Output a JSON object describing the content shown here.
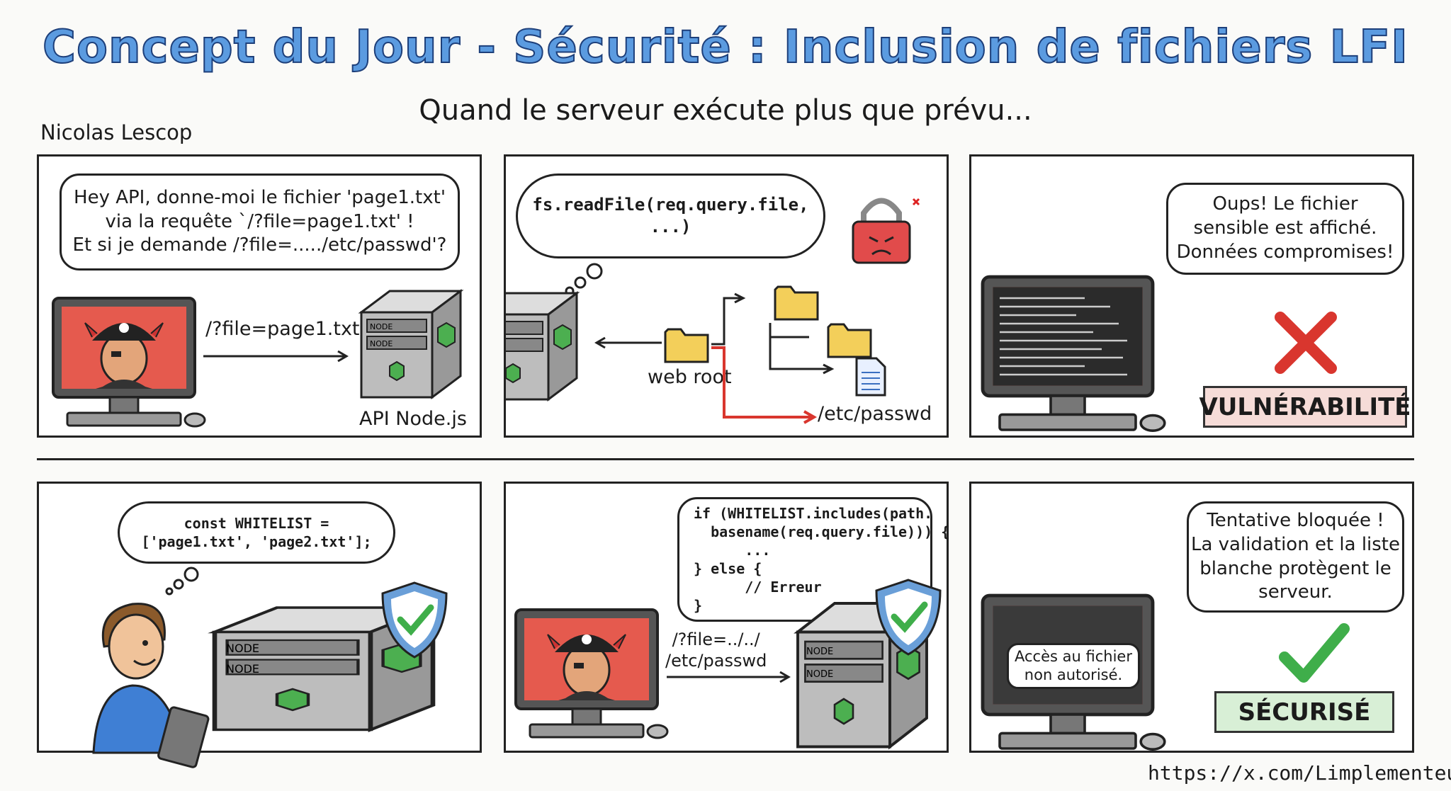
{
  "header": {
    "title": "Concept du Jour - Sécurité : Inclusion de fichiers LFI",
    "subtitle": "Quand le serveur exécute plus que prévu...",
    "author": "Nicolas Lescop"
  },
  "panels": {
    "p1": {
      "bubble": [
        "Hey API, donne-moi le fichier 'page1.txt'",
        "via la requête `/?file=page1.txt' !",
        "Et si je demande /?file=...../etc/passwd'?"
      ],
      "request": "/?file=page1.txt!",
      "server_label": "API Node.js",
      "server_tags": [
        "NODE",
        "NODE"
      ]
    },
    "p2": {
      "thought": "fs.readFile(req.query.file, ...)",
      "folder_label": "web root",
      "target": "/etc/passwd"
    },
    "p3": {
      "bubble": [
        "Oups! Le fichier",
        "sensible est affiché.",
        "Données compromises!"
      ],
      "badge": "VULNÉRABILITÉ"
    },
    "p4": {
      "thought": [
        "const WHITELIST =",
        "['page1.txt', 'page2.txt'];"
      ],
      "server_tags": [
        "NODE",
        "NODE"
      ]
    },
    "p5": {
      "code": [
        "if (WHITELIST.includes(path.",
        "  basename(req.query.file))) {",
        "      ...",
        "} else {",
        "      // Erreur",
        "}"
      ],
      "request": [
        "/?file=../../",
        "/etc/passwd"
      ],
      "server_tags": [
        "NODE",
        "NODE"
      ]
    },
    "p6": {
      "bubble": [
        "Tentative bloquée !",
        "La validation et la liste",
        "blanche protègent le",
        "serveur."
      ],
      "screen_message": [
        "Accès au fichier",
        "non autorisé."
      ],
      "badge": "SÉCURISÉ"
    }
  },
  "footer": {
    "url": "https://x.com/Limplementeur"
  },
  "colors": {
    "title": "#5b9be0",
    "danger": "#d9362e",
    "safe": "#3fae4a",
    "node_green": "#4caf50",
    "folder": "#f3cf5a"
  }
}
